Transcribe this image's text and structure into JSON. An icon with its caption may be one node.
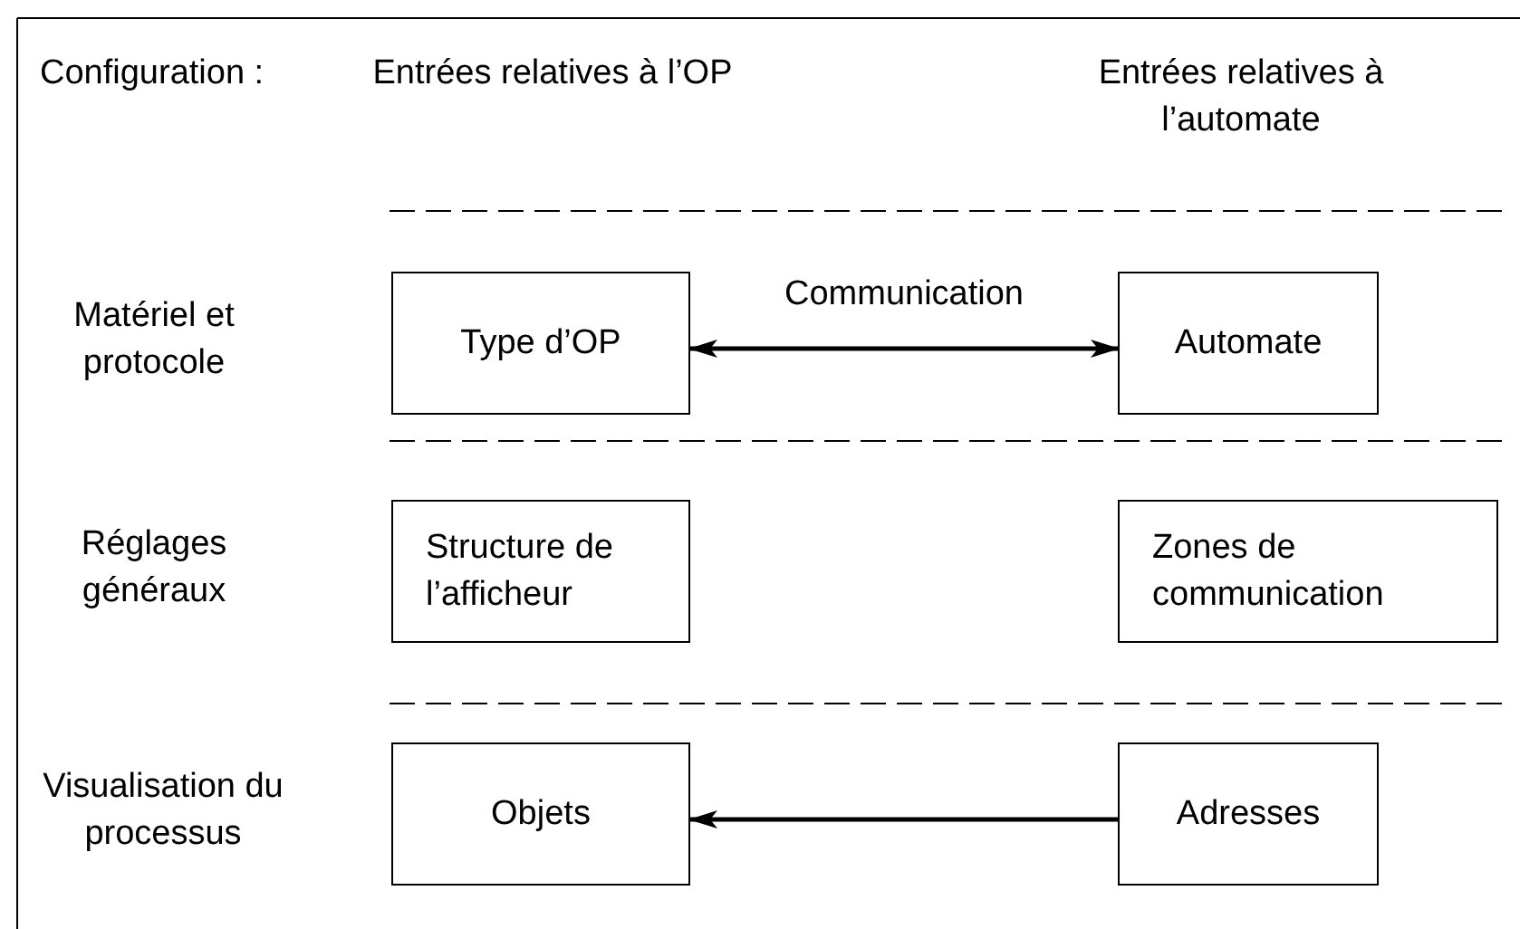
{
  "diagram": {
    "nodes": [
      {
        "text": [
          "Type d’OP"
        ]
      },
      {
        "text": [
          "Automate"
        ]
      },
      {
        "text": [
          "Structure de l’afficheur"
        ]
      },
      {
        "text": [
          "Zones de communication"
        ]
      },
      {
        "text": [
          "Objets"
        ]
      },
      {
        "text": [
          "Adresses"
        ]
      }
    ],
    "edges": [
      {
        "from": 0,
        "to": 1,
        "arrow": "both",
        "label": "Communication"
      },
      {
        "from": 5,
        "to": 4,
        "arrow": "to"
      }
    ],
    "labels": [
      "Configuration :",
      "Entrées relatives à l’OP",
      "Entrées relatives à l’automate",
      "Matériel et protocole",
      "Réglages généraux",
      "Visualisation du processus"
    ]
  }
}
